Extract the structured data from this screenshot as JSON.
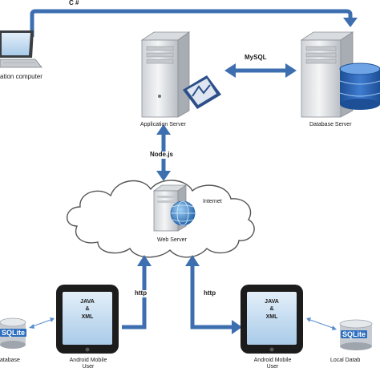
{
  "labels": {
    "csharp": "C #",
    "admin_computer": "ation computer",
    "mysql": "MySQL",
    "application_server": "Application  Server",
    "database_server": "Database  Server",
    "nodejs": "Node.js",
    "internet": "Internet",
    "web_server": "Web Server",
    "http_left": "http",
    "http_right": "http",
    "phone_text_left": "JAVA\n&\nXML",
    "phone_text_right": "JAVA\n&\nXML",
    "android_user_left": "Android Mobile\nUser",
    "android_user_right": "Android Mobile\nUser",
    "sqlite_left": "SQLite",
    "sqlite_right": "SQLite",
    "local_db_left": "atabase",
    "local_db_right": "Local Datab"
  },
  "colors": {
    "arrow": "#3d6fb0",
    "server_body": "#e4e6e8",
    "database_blue": "#2a5ca8",
    "globe": "#3b82c8",
    "phone_frame": "#1c1c1c",
    "phone_screen": "#c9dff2",
    "cloud_stroke": "#555555"
  },
  "icons": {
    "admin": "laptop-icon",
    "app_server": "server-tower-icon",
    "db_server": "database-server-icon",
    "web_server": "web-server-globe-icon",
    "phones": "android-phone-icon",
    "local_db": "sqlite-database-icon"
  }
}
